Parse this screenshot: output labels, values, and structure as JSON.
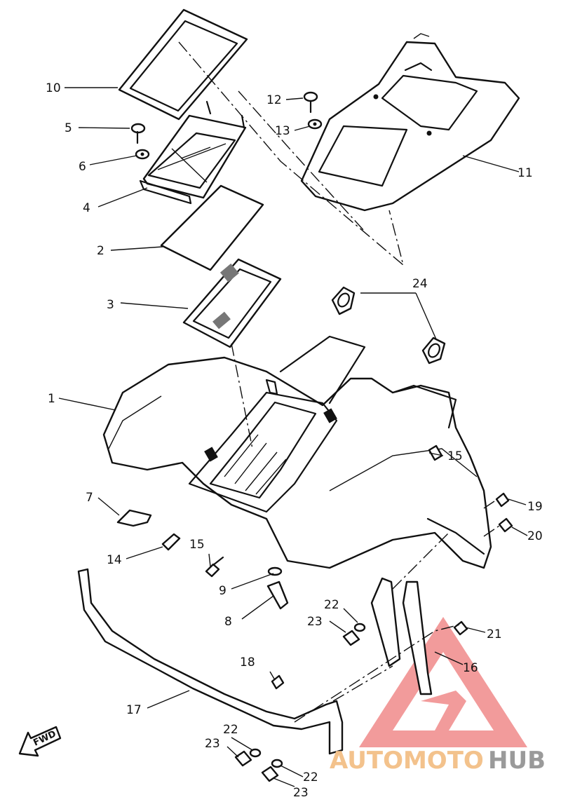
{
  "callouts": {
    "c1": "1",
    "c2": "2",
    "c3": "3",
    "c4": "4",
    "c5": "5",
    "c6": "6",
    "c7": "7",
    "c8": "8",
    "c9": "9",
    "c10": "10",
    "c11": "11",
    "c12": "12",
    "c13": "13",
    "c14": "14",
    "c15a": "15",
    "c15b": "15",
    "c16": "16",
    "c17": "17",
    "c18": "18",
    "c19": "19",
    "c20": "20",
    "c21": "21",
    "c22a": "22",
    "c22b": "22",
    "c22c": "22",
    "c23a": "23",
    "c23b": "23",
    "c23c": "23",
    "c24": "24"
  },
  "direction_marker": "FWD",
  "watermark": {
    "brand_part1": "AUTOMOTO",
    "brand_part2": "HUB",
    "triangle_color": "#f08a8a",
    "part1_color": "#f3c28c",
    "part2_color": "#9a9a9a"
  }
}
